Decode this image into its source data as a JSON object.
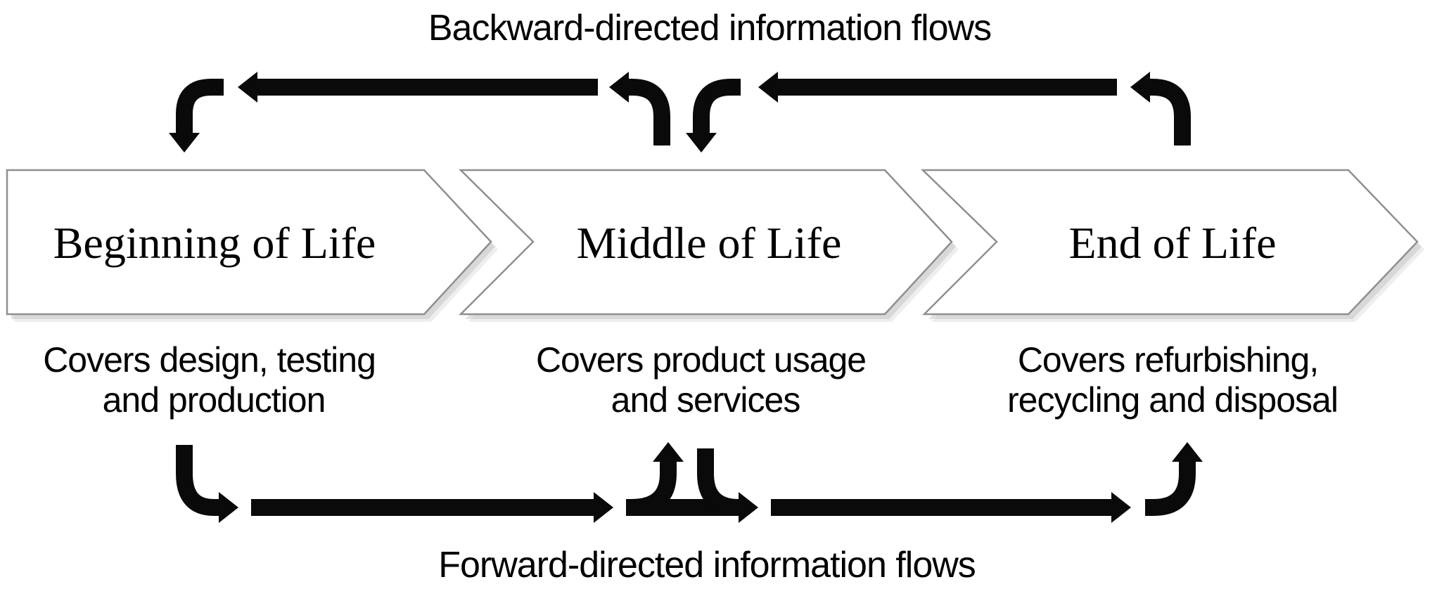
{
  "labels": {
    "backward": "Backward-directed information flows",
    "forward": "Forward-directed information flows"
  },
  "stages": [
    {
      "title": "Beginning of Life",
      "caption_line1": "Covers design, testing",
      "caption_line2": "and production"
    },
    {
      "title": "Middle of Life",
      "caption_line1": "Covers product usage",
      "caption_line2": "and services"
    },
    {
      "title": "End of Life",
      "caption_line1": "Covers refurbishing,",
      "caption_line2": "recycling and disposal"
    }
  ],
  "colors": {
    "arrow": "#0a0a0a",
    "box_fill": "#ffffff",
    "box_border": "#8f8f8f",
    "shadow": "#bdbdbd",
    "text": "#000000"
  }
}
